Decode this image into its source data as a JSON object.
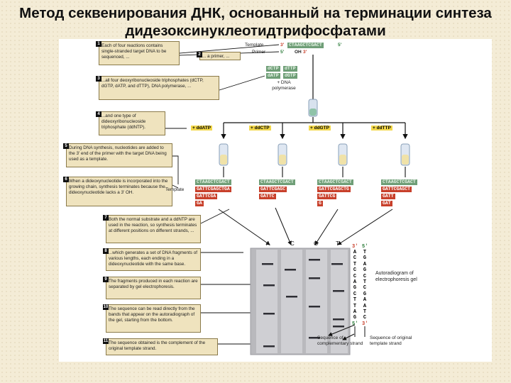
{
  "title": {
    "line1": "Метод секвенирования ДНК, основанный на терминации синтеза",
    "line2": "дидезоксинуклеотидтрифосфатами"
  },
  "steps": [
    {
      "n": "1",
      "text": "Each of four reactions contains single-stranded target DNA to be sequenced, ..."
    },
    {
      "n": "2",
      "text": "... a primer, ..."
    },
    {
      "n": "3",
      "text": "...all four deoxyribonucleoside triphosphates (dCTP, dGTP, dATP, and dTTP), DNA polymerase, ..."
    },
    {
      "n": "4",
      "text": "...and one type of dideoxyribonucleoside triphosphate (ddNTP)."
    },
    {
      "n": "5",
      "text": "During DNA synthesis, nucleotides are added to the 3' end of the primer with the target DNA being used as a template."
    },
    {
      "n": "6",
      "text": "When a dideoxynucleotide is incorporated into the growing chain, synthesis terminates because the dideoxynucleotide lacks a 3' OH."
    },
    {
      "n": "7",
      "text": "Both the normal substrate and a ddNTP are used in the reaction, so synthesis terminates at different positions on different strands, ..."
    },
    {
      "n": "8",
      "text": "...which generates a set of DNA fragments of various lengths, each ending in a dideoxynucleotide with the same base."
    },
    {
      "n": "9",
      "text": "The fragments produced in each reaction are separated by gel electrophoresis."
    },
    {
      "n": "10",
      "text": "The sequence can be read directly from the bands that appear on the autoradiograph of the gel, starting from the bottom."
    },
    {
      "n": "11",
      "text": "The sequence obtained is the complement of the original template strand."
    }
  ],
  "top": {
    "template_label": "Template",
    "primer_label": "Primer",
    "t3": "3'",
    "template_seq": "CTAAGCTCGACT",
    "t5": "5'",
    "p5": "5'",
    "primer_oh": "OH",
    "p3": "3'"
  },
  "dntps": [
    "dCTP",
    "dTTP",
    "dATP",
    "dGTP"
  ],
  "dna_polymerase": "+ DNA polymerase",
  "ddntps": [
    "+ ddATP",
    "+ ddCTP",
    "+ ddGTP",
    "+ ddTTP"
  ],
  "template_label2": "Template",
  "lanes": [
    {
      "tpl": "CTAAGCTCGACT",
      "fragments": [
        "GATTCGAGCTGA",
        "GATTCGA",
        "GA"
      ]
    },
    {
      "tpl": "CTAAGCTCGACT",
      "fragments": [
        "GATTCGAGC",
        "GATTC"
      ]
    },
    {
      "tpl": "CTAAGCTCGACT",
      "fragments": [
        "GATTCGAGCTG",
        "GATTCG",
        "G"
      ]
    },
    {
      "tpl": "CTAAGCTCGACT",
      "fragments": [
        "GATTCGAGCT",
        "GATT",
        "GAT"
      ]
    }
  ],
  "gel": {
    "lane_labels": [
      "A",
      "C",
      "G",
      "T"
    ],
    "autoradiogram_label": "Autoradiogram of electrophoresis gel",
    "left_col_top": "3'",
    "left_col": [
      "A",
      "C",
      "T",
      "C",
      "C",
      "A",
      "G",
      "C",
      "T",
      "T",
      "A",
      "G"
    ],
    "left_col_bottom": "5'",
    "right_col_top": "5'",
    "right_col": [
      "T",
      "G",
      "A",
      "G",
      "C",
      "T",
      "C",
      "G",
      "A",
      "A",
      "T",
      "C"
    ],
    "right_col_bottom": "3'",
    "seq_comp_label": "Sequence of complementary strand",
    "seq_orig_label": "Sequence of original template strand"
  },
  "colors": {
    "template_green": "#6f9e77",
    "primer_red": "#c8402b",
    "ddntp_yellow": "#f3d84a",
    "caption_bg": "#efe3be"
  }
}
